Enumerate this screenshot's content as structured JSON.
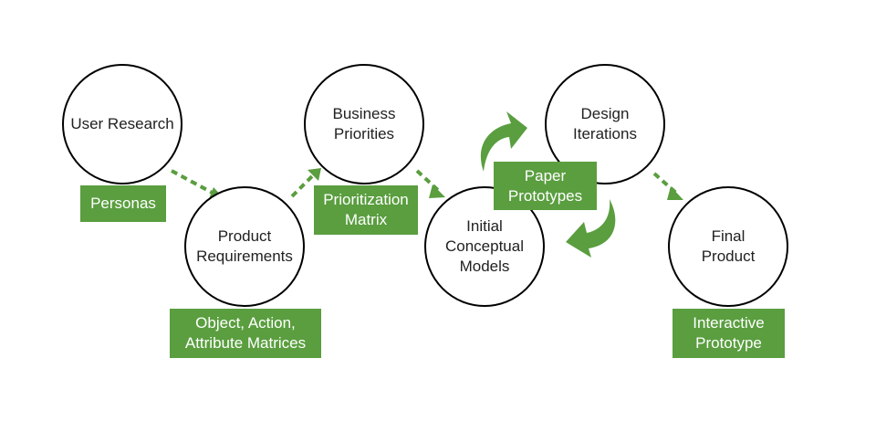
{
  "stages": [
    {
      "id": "user-research",
      "label": "User Research",
      "artifact": "Personas"
    },
    {
      "id": "product-requirements",
      "label": "Product\nRequirements",
      "artifact": "Object, Action,\nAttribute Matrices"
    },
    {
      "id": "business-priorities",
      "label": "Business\nPriorities",
      "artifact": "Prioritization\nMatrix"
    },
    {
      "id": "initial-conceptual-models",
      "label": "Initial\nConceptual\nModels",
      "artifact": null
    },
    {
      "id": "design-iterations",
      "label": "Design\nIterations",
      "artifact": "Paper\nPrototypes"
    },
    {
      "id": "final-product",
      "label": "Final\nProduct",
      "artifact": "Interactive\nPrototype"
    }
  ],
  "colors": {
    "accent": "#5a9e3f",
    "outline": "#000000",
    "text": "#222222"
  },
  "connectors": [
    {
      "from": "user-research",
      "to": "product-requirements",
      "style": "dashed-arrow"
    },
    {
      "from": "product-requirements",
      "to": "business-priorities",
      "style": "dashed-arrow"
    },
    {
      "from": "business-priorities",
      "to": "initial-conceptual-models",
      "style": "dashed-arrow"
    },
    {
      "from": "initial-conceptual-models",
      "to": "design-iterations",
      "style": "curved-arrow"
    },
    {
      "from": "design-iterations",
      "to": "initial-conceptual-models",
      "style": "curved-arrow"
    },
    {
      "from": "design-iterations",
      "to": "final-product",
      "style": "dashed-arrow"
    }
  ]
}
